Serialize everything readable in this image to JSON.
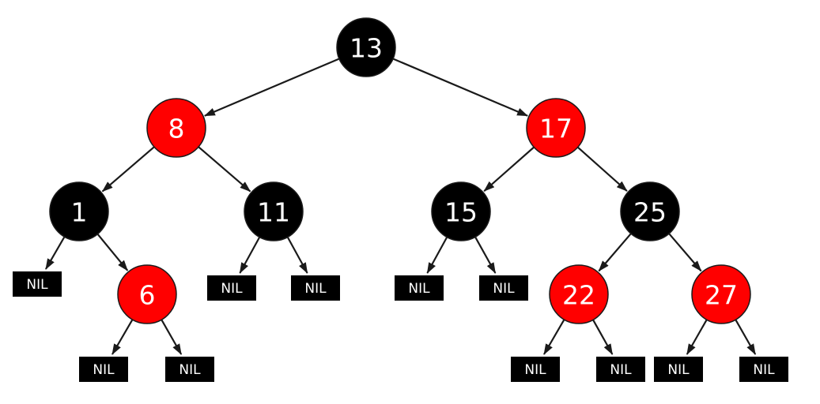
{
  "colors": {
    "red": "#ff0000",
    "black": "#000000",
    "edge": "#1a1a1a",
    "text": "#ffffff"
  },
  "nil_label": "NIL",
  "nodes": [
    {
      "id": "n13",
      "label": "13",
      "color": "black",
      "parent": null
    },
    {
      "id": "n8",
      "label": "8",
      "color": "red",
      "parent": "n13"
    },
    {
      "id": "n17",
      "label": "17",
      "color": "red",
      "parent": "n13"
    },
    {
      "id": "n1",
      "label": "1",
      "color": "black",
      "parent": "n8"
    },
    {
      "id": "n11",
      "label": "11",
      "color": "black",
      "parent": "n8"
    },
    {
      "id": "n15",
      "label": "15",
      "color": "black",
      "parent": "n17"
    },
    {
      "id": "n25",
      "label": "25",
      "color": "black",
      "parent": "n17"
    },
    {
      "id": "n6",
      "label": "6",
      "color": "red",
      "parent": "n1"
    },
    {
      "id": "n22",
      "label": "22",
      "color": "red",
      "parent": "n25"
    },
    {
      "id": "n27",
      "label": "27",
      "color": "red",
      "parent": "n25"
    }
  ],
  "nils": [
    {
      "id": "nil-1",
      "parent": "n1"
    },
    {
      "id": "nil-6a",
      "parent": "n6"
    },
    {
      "id": "nil-6b",
      "parent": "n6"
    },
    {
      "id": "nil-11a",
      "parent": "n11"
    },
    {
      "id": "nil-11b",
      "parent": "n11"
    },
    {
      "id": "nil-15a",
      "parent": "n15"
    },
    {
      "id": "nil-15b",
      "parent": "n15"
    },
    {
      "id": "nil-22a",
      "parent": "n22"
    },
    {
      "id": "nil-22b",
      "parent": "n22"
    },
    {
      "id": "nil-27a",
      "parent": "n27"
    },
    {
      "id": "nil-27b",
      "parent": "n27"
    }
  ]
}
